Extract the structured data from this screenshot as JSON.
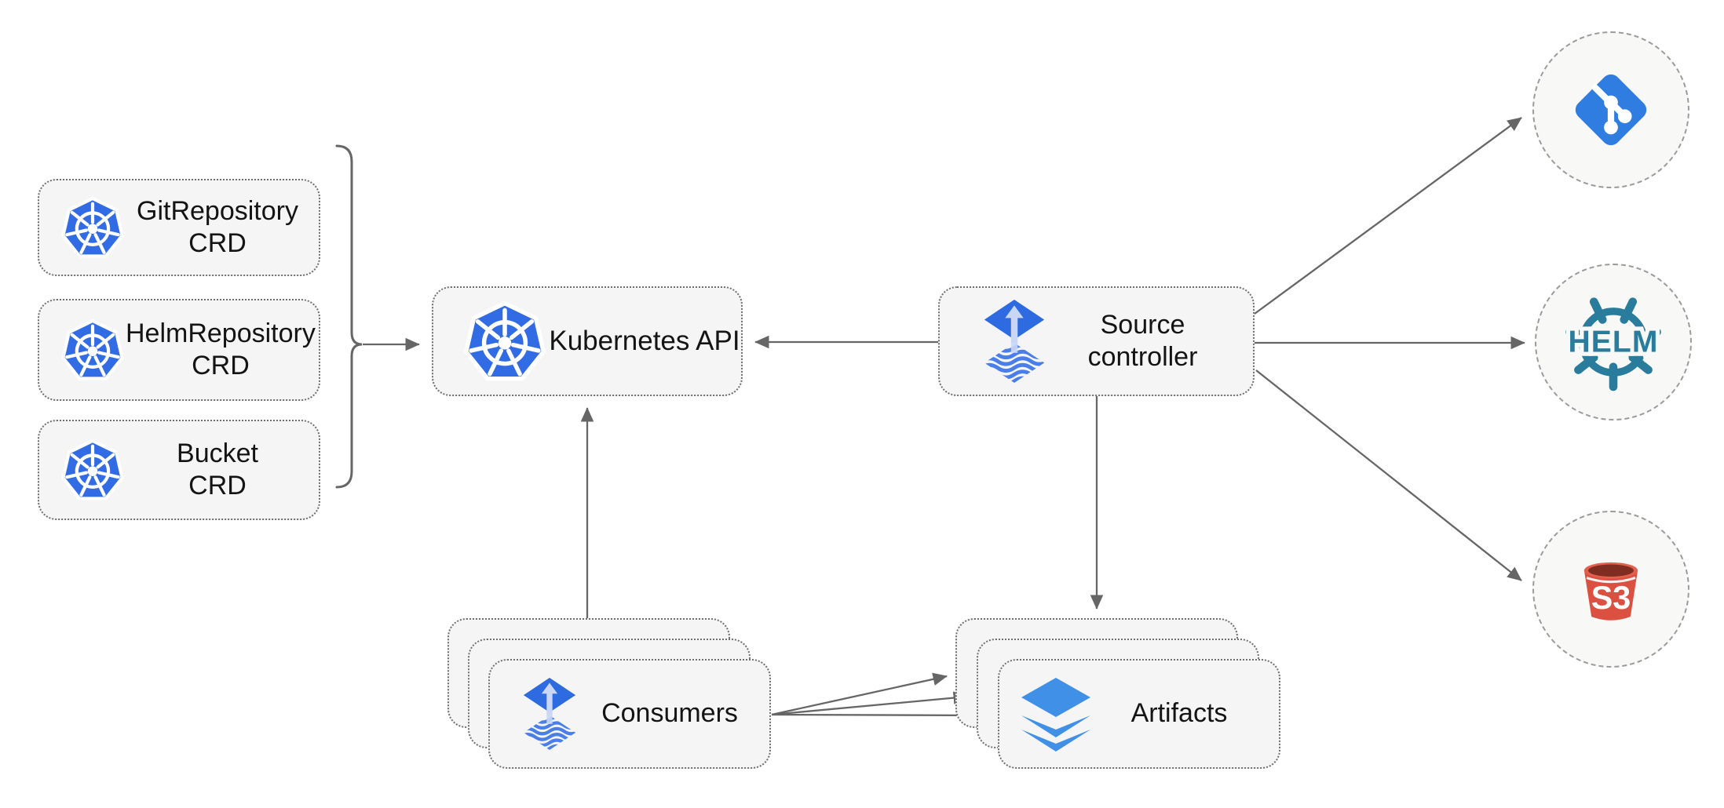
{
  "diagram": {
    "crd_boxes": [
      {
        "label": "GitRepository",
        "sublabel": "CRD",
        "icon": "kubernetes-icon"
      },
      {
        "label": "HelmRepository",
        "sublabel": "CRD",
        "icon": "kubernetes-icon"
      },
      {
        "label": "Bucket",
        "sublabel": "CRD",
        "icon": "kubernetes-icon"
      }
    ],
    "kubernetes_api": {
      "label": "Kubernetes API",
      "icon": "kubernetes-icon"
    },
    "source_controller": {
      "label": "Source",
      "sublabel": "controller",
      "icon": "flux-icon"
    },
    "consumers": {
      "label": "Consumers",
      "icon": "flux-icon",
      "stacked": 3
    },
    "artifacts": {
      "label": "Artifacts",
      "icon": "layers-icon",
      "stacked": 3
    },
    "external_sources": [
      {
        "id": "git",
        "icon": "git-icon",
        "text": ""
      },
      {
        "id": "helm",
        "icon": "helm-icon",
        "text": "HELM"
      },
      {
        "id": "s3",
        "icon": "s3-bucket-icon",
        "text": "S3"
      }
    ],
    "connections": [
      {
        "from": "crd-group-bracket",
        "to": "kubernetes-api",
        "arrow": true
      },
      {
        "from": "source-controller",
        "to": "kubernetes-api",
        "arrow": true
      },
      {
        "from": "consumers",
        "to": "kubernetes-api",
        "arrow": true
      },
      {
        "from": "source-controller",
        "to": "artifacts",
        "arrow": true
      },
      {
        "from": "source-controller",
        "to": "git",
        "arrow": true
      },
      {
        "from": "source-controller",
        "to": "helm",
        "arrow": true
      },
      {
        "from": "source-controller",
        "to": "s3",
        "arrow": true
      },
      {
        "from": "consumers",
        "to": "artifacts",
        "arrow": true,
        "count": 3
      }
    ],
    "colors": {
      "kubernetes_blue": "#326CE5",
      "flux_blue": "#2F6BE0",
      "flux_arrow_light": "#C9D7F5",
      "flux_wave_blue": "#4A7EE8",
      "git_blue": "#2F7DE1",
      "helm_teal": "#2A7C9D",
      "s3_red": "#DC5041",
      "s3_dark_red": "#7E2D20",
      "layers_blue": "#4090E8",
      "node_fill": "#F5F5F5",
      "node_border": "#6F6F6F",
      "circle_border": "#9B9B9B",
      "connector_gray": "#666666",
      "text_color": "#141414"
    }
  }
}
